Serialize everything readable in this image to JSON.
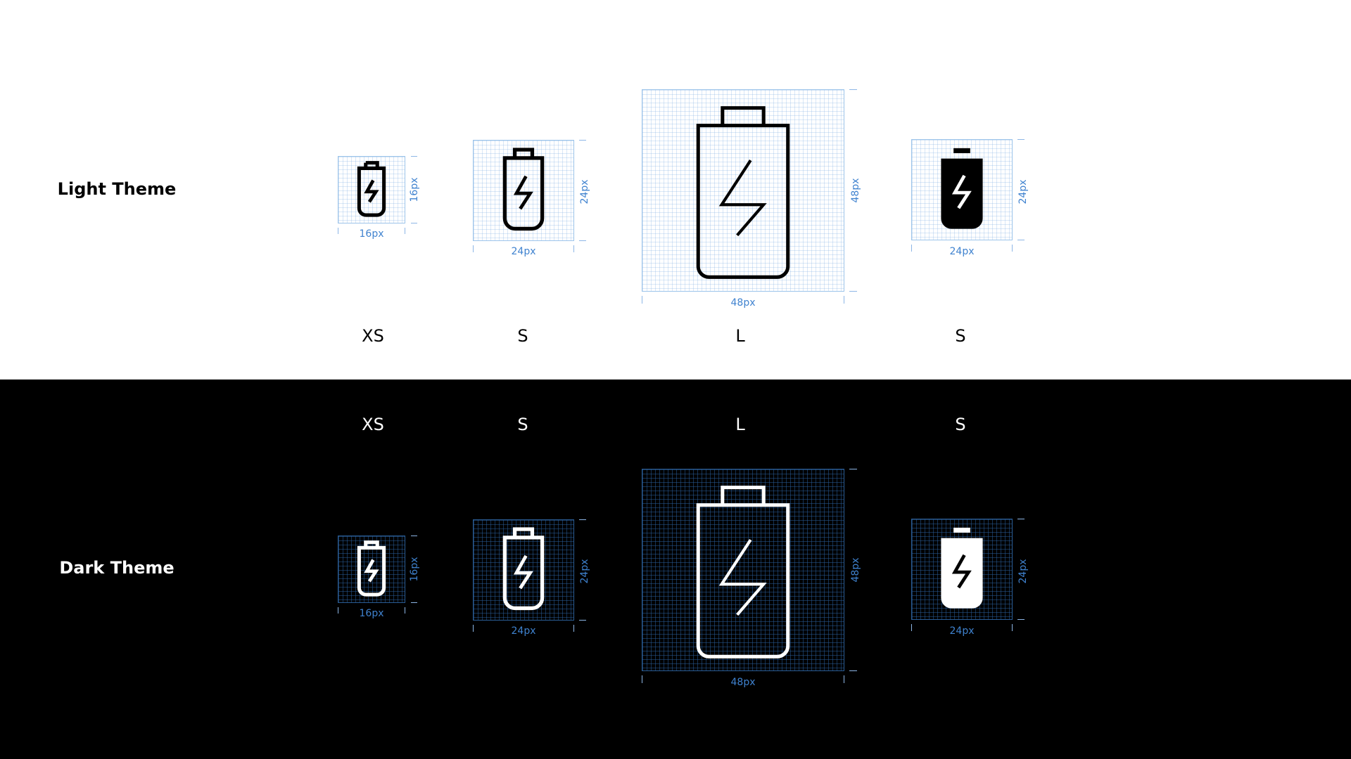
{
  "themes": {
    "light": {
      "title": "Light Theme"
    },
    "dark": {
      "title": "Dark Theme"
    }
  },
  "icons": [
    {
      "size_label": "XS",
      "width_label": "16px",
      "height_label": "16px",
      "style": "outline"
    },
    {
      "size_label": "S",
      "width_label": "24px",
      "height_label": "24px",
      "style": "outline"
    },
    {
      "size_label": "L",
      "width_label": "48px",
      "height_label": "48px",
      "style": "outline"
    },
    {
      "size_label": "S",
      "width_label": "24px",
      "height_label": "24px",
      "style": "filled"
    }
  ],
  "icon_name": "battery-charging-icon",
  "colors": {
    "dimension_text": "#3f82cf",
    "light_background": "#ffffff",
    "dark_background": "#000000",
    "light_icon": "#000000",
    "dark_icon": "#ffffff"
  }
}
